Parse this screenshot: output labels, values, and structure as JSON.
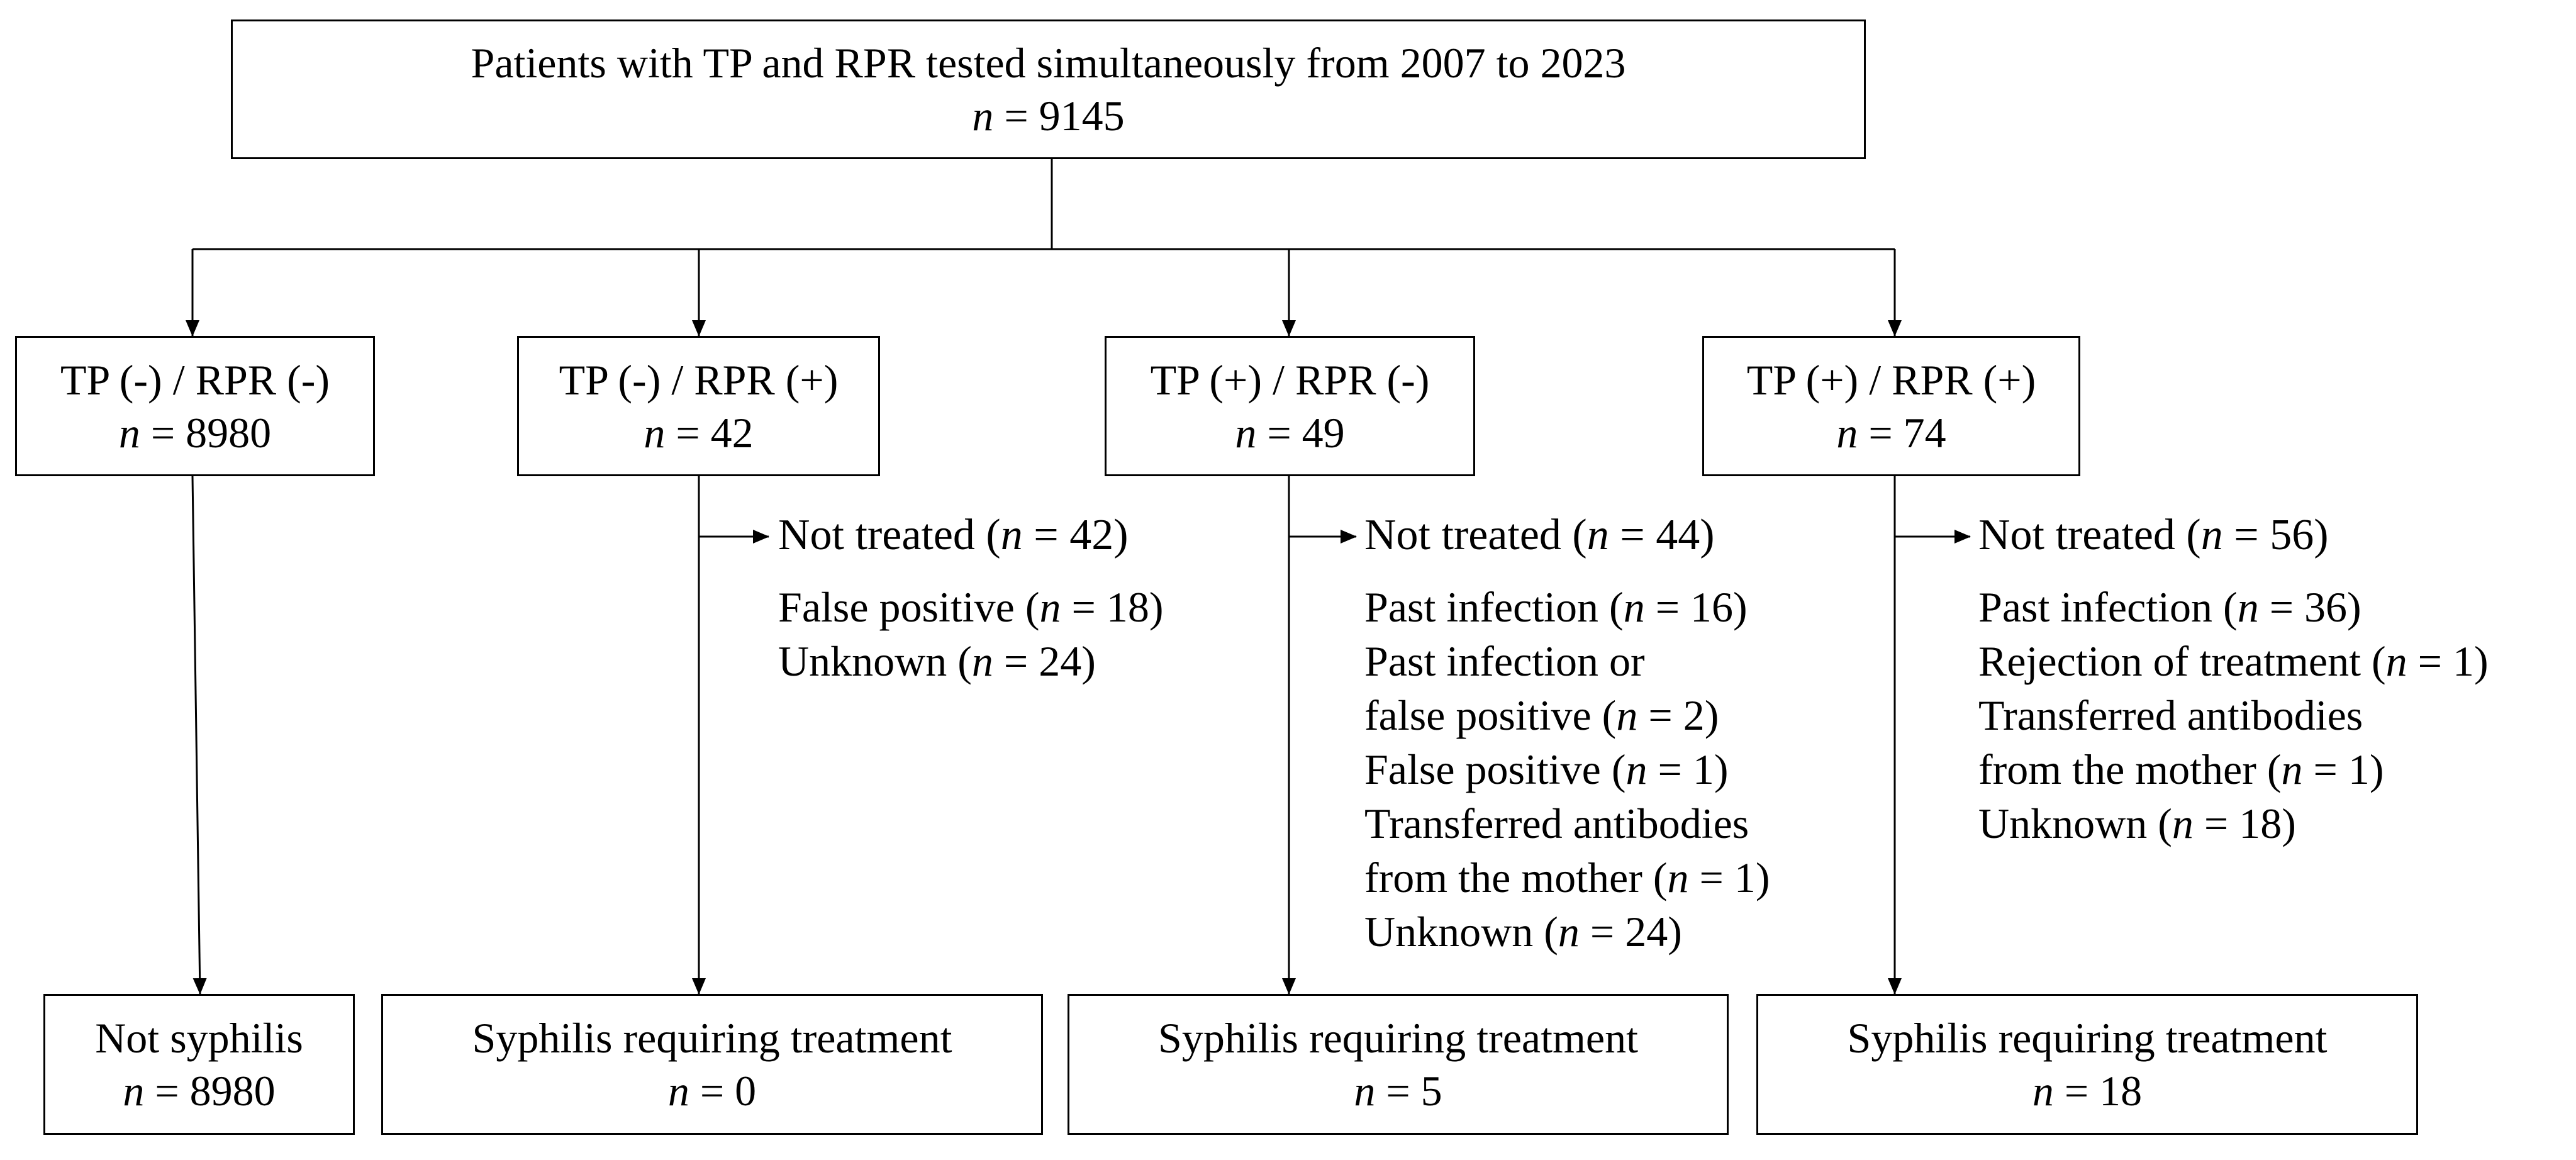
{
  "top": {
    "title": "Patients with TP and RPR tested simultaneously from 2007 to 2023",
    "n_label": "n",
    "n_text": " = 9145"
  },
  "groups": [
    {
      "label": "TP (-) / RPR (-)",
      "n_text": " = 8980",
      "outcome": {
        "label": "Not syphilis",
        "n_text": " = 8980"
      }
    },
    {
      "label": "TP (-) / RPR (+)",
      "n_text": " = 42",
      "not_treated": {
        "pre": "Not treated (",
        "post": " = 42)"
      },
      "reasons": [
        {
          "pre": "False positive (",
          "post": " = 18)"
        },
        {
          "pre": "Unknown (",
          "post": " = 24)"
        }
      ],
      "outcome": {
        "label": "Syphilis requiring treatment",
        "n_text": " = 0"
      }
    },
    {
      "label": "TP (+) / RPR (-)",
      "n_text": " = 49",
      "not_treated": {
        "pre": "Not treated (",
        "post": " = 44)"
      },
      "reasons": [
        {
          "pre": "Past infection (",
          "post": " = 16)"
        },
        {
          "text": "Past infection or"
        },
        {
          "pre": "false positive (",
          "post": " = 2)"
        },
        {
          "pre": "False positive (",
          "post": " = 1)"
        },
        {
          "text": "Transferred antibodies"
        },
        {
          "pre": "from the mother (",
          "post": " = 1)"
        },
        {
          "pre": "Unknown (",
          "post": " = 24)"
        }
      ],
      "outcome": {
        "label": "Syphilis requiring treatment",
        "n_text": " = 5"
      }
    },
    {
      "label": "TP (+) / RPR (+)",
      "n_text": " = 74",
      "not_treated": {
        "pre": "Not treated (",
        "post": " = 56)"
      },
      "reasons": [
        {
          "pre": "Past infection (",
          "post": " = 36)"
        },
        {
          "pre": "Rejection of treatment (",
          "post": " = 1)"
        },
        {
          "text": "Transferred antibodies"
        },
        {
          "pre": "from the mother (",
          "post": " = 1)"
        },
        {
          "pre": "Unknown (",
          "post": " = 18)"
        }
      ],
      "outcome": {
        "label": "Syphilis requiring treatment",
        "n_text": " = 18"
      }
    }
  ]
}
